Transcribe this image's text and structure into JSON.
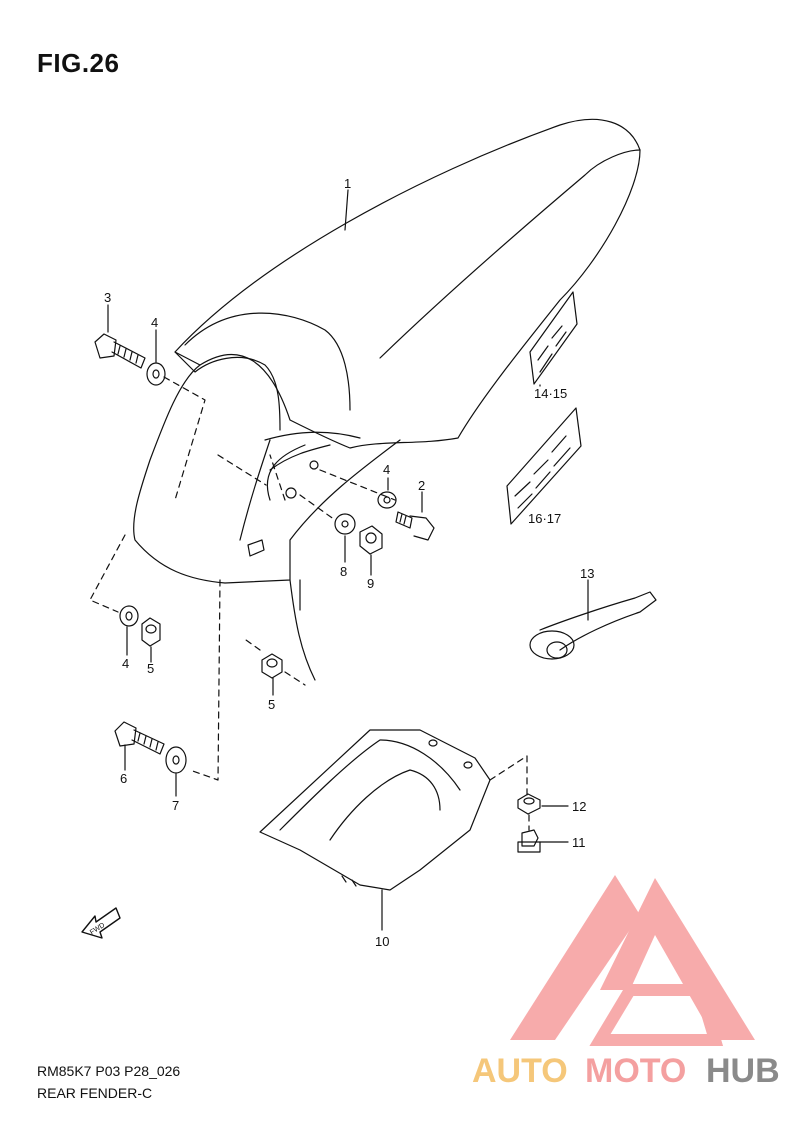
{
  "figure": {
    "title": "FIG.26",
    "code": "RM85K7 P03 P28_026",
    "name": "REAR FENDER-C"
  },
  "callouts": {
    "c1": "1",
    "c2": "2",
    "c3": "3",
    "c4a": "4",
    "c4b": "4",
    "c4c": "4",
    "c5a": "5",
    "c5b": "5",
    "c6": "6",
    "c7": "7",
    "c8": "8",
    "c9": "9",
    "c10": "10",
    "c11": "11",
    "c12": "12",
    "c13": "13",
    "c1415": "14·15",
    "c1617": "16·17"
  },
  "fwd_arrow": {
    "label": "FWD",
    "icon": "fwd-arrow-icon"
  },
  "watermark": {
    "part1": "AUTO",
    "part2": "MOTO",
    "part3": "HUB",
    "colors": {
      "auto": "#f5c77a",
      "moto": "#f4a0a0",
      "hub": "#8a8a8a",
      "triangle": "#f7a3a3"
    }
  }
}
